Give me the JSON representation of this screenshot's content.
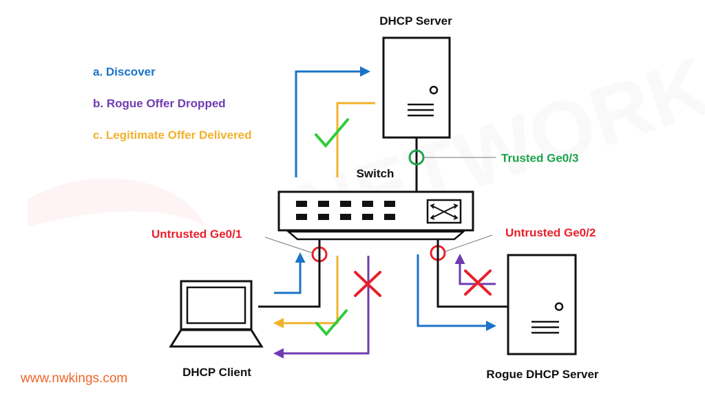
{
  "labels": {
    "dhcp_server": "DHCP Server",
    "switch": "Switch",
    "dhcp_client": "DHCP Client",
    "rogue_server": "Rogue DHCP Server",
    "trusted_port": "Trusted Ge0/3",
    "untrusted_port_1": "Untrusted Ge0/1",
    "untrusted_port_2": "Untrusted Ge0/2",
    "website": "www.nwkings.com",
    "watermark": "NETWORK KINGS"
  },
  "legend": {
    "discover": "a. Discover",
    "rogue_dropped": "b. Rogue Offer Dropped",
    "legit_delivered": "c. Legitimate Offer Delivered"
  },
  "colors": {
    "discover": "#1a73c8",
    "rogue": "#6f3bb0",
    "legit": "#f2b12c",
    "trusted": "#1aa34a",
    "untrusted": "#e8202a",
    "check": "#2ecc3b",
    "cross": "#e8202a",
    "website": "#f0642a",
    "device_stroke": "#111111"
  }
}
